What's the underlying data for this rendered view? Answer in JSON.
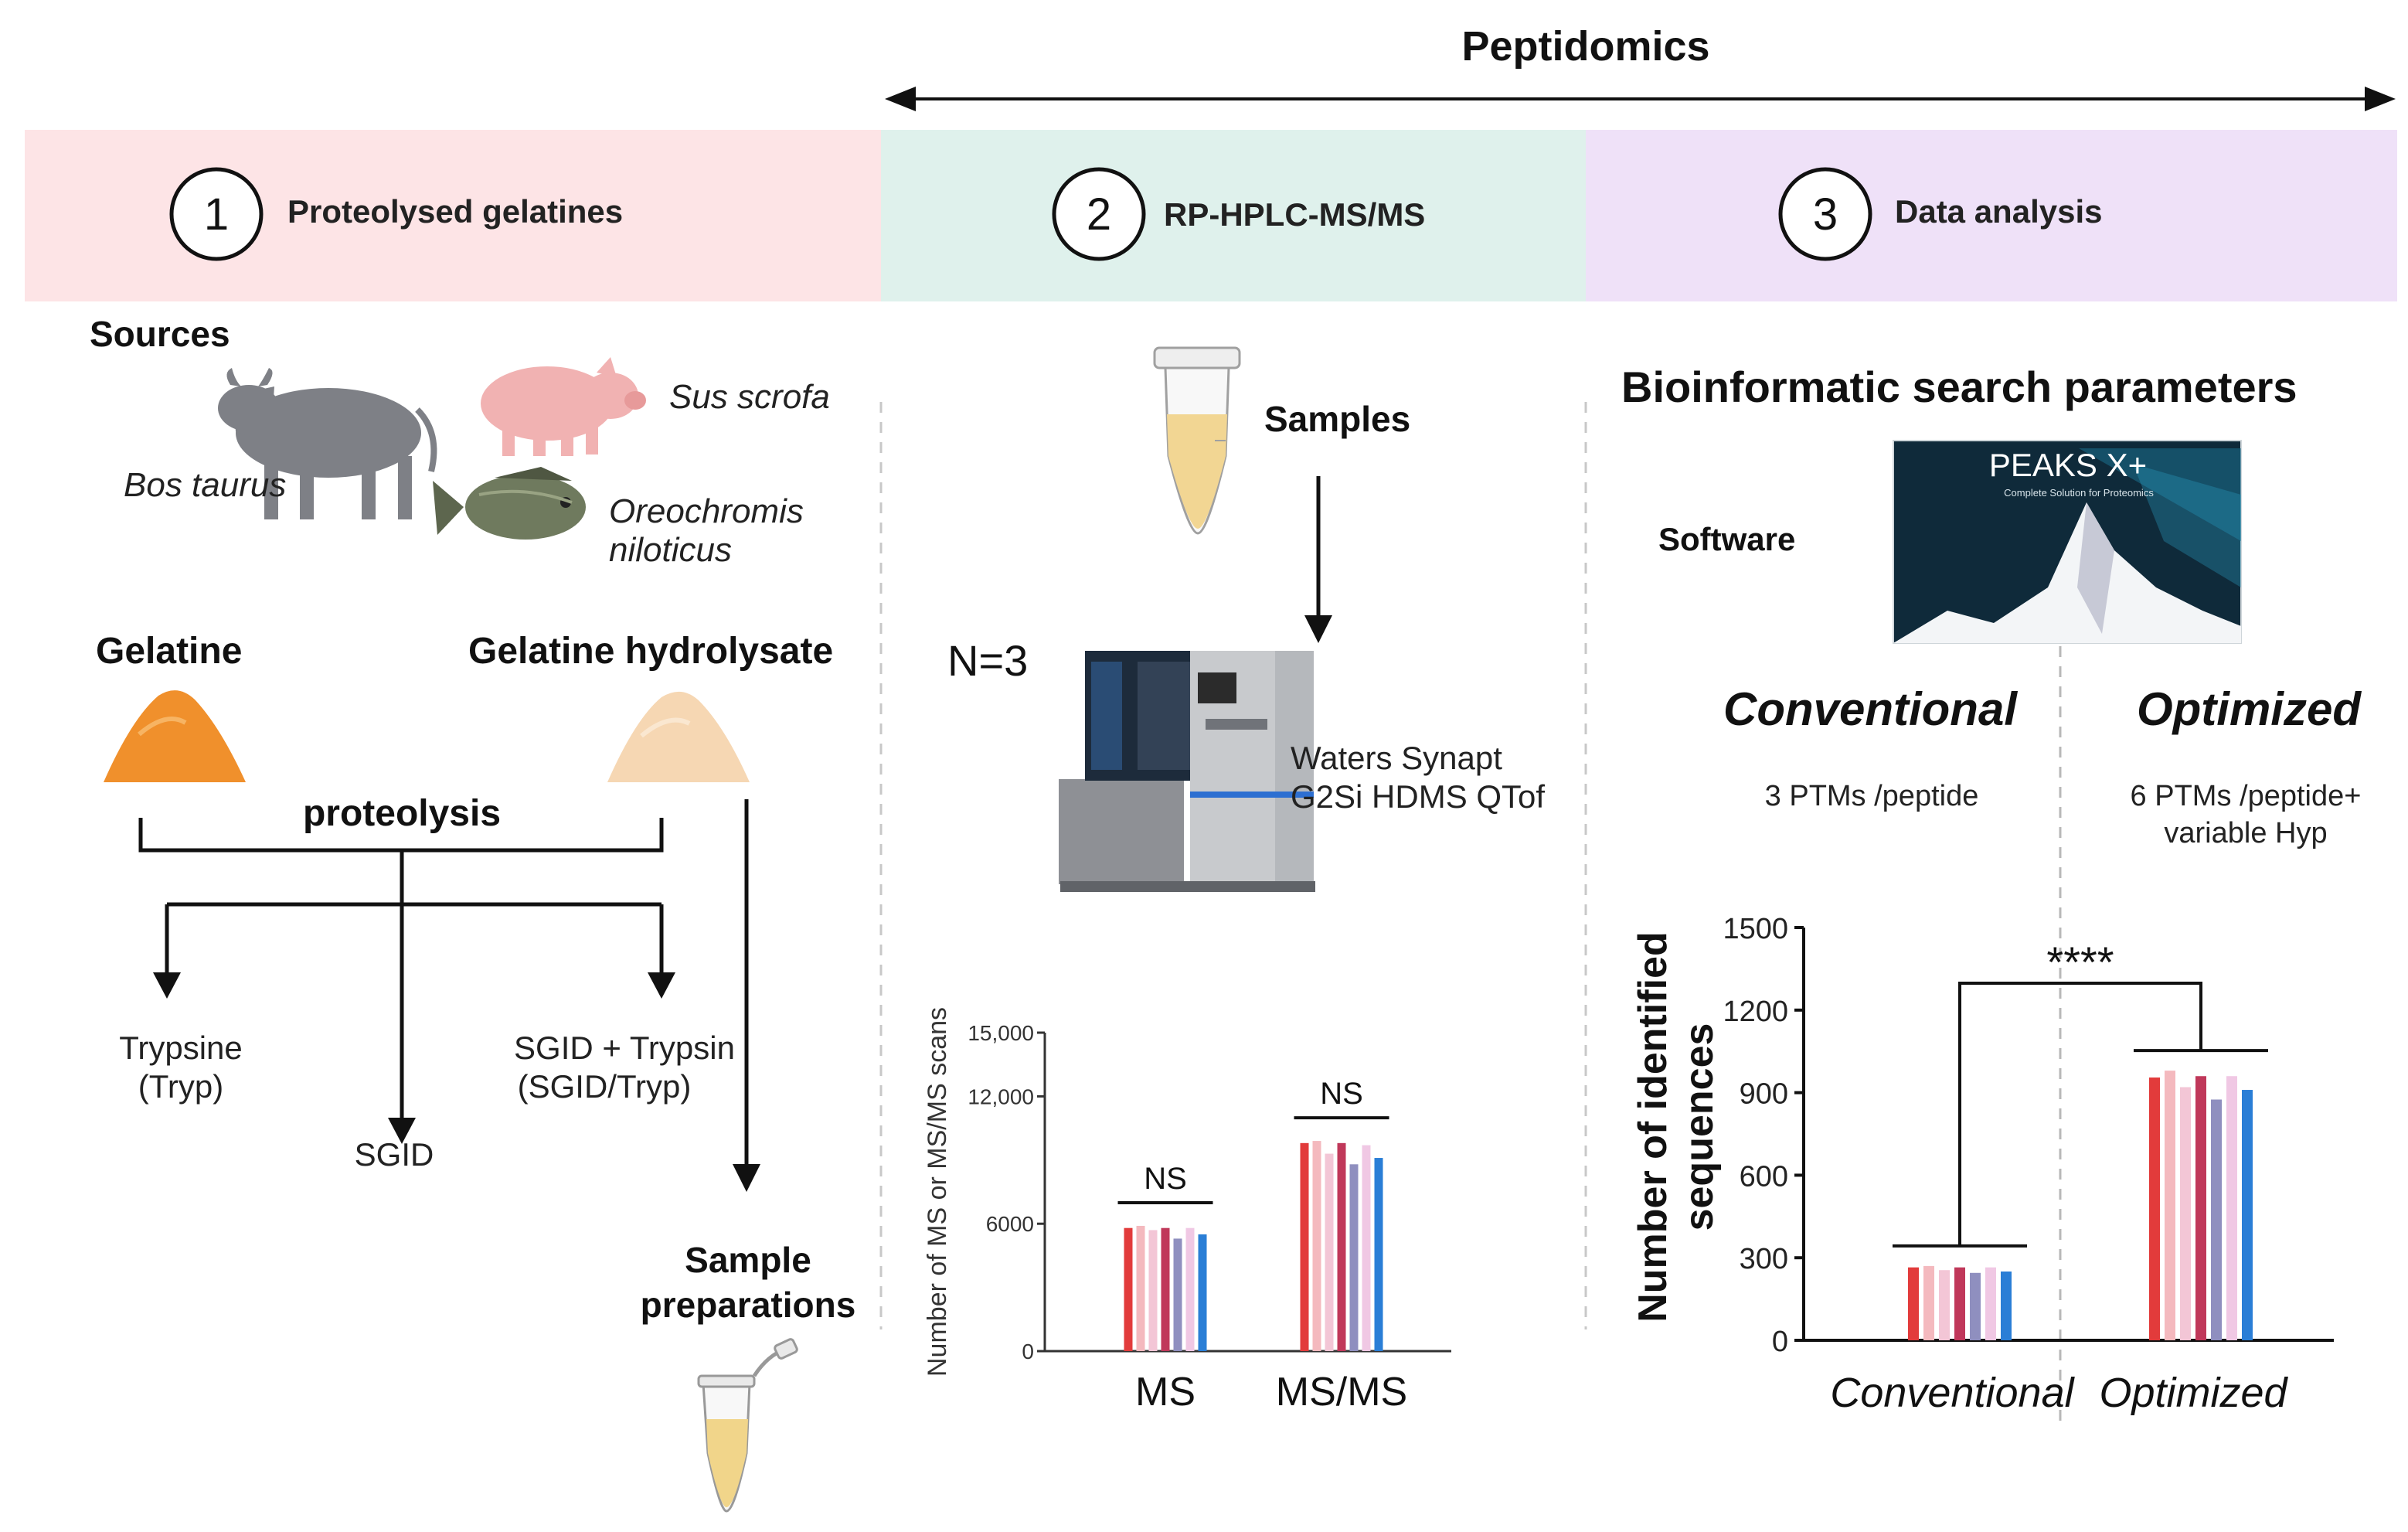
{
  "header": {
    "title": "Peptidomics"
  },
  "steps": [
    {
      "number": "1",
      "label": "Proteolysed gelatines",
      "color": "#fde4e6"
    },
    {
      "number": "2",
      "label": "RP-HPLC-MS/MS",
      "color": "#dff1ec"
    },
    {
      "number": "3",
      "label": "Data analysis",
      "color": "#efe1f8"
    }
  ],
  "panel1": {
    "sources_title": "Sources",
    "species": {
      "cow": "Bos taurus",
      "pig": "Sus scrofa",
      "fish_line1": "Oreochromis",
      "fish_line2": "niloticus"
    },
    "gelatine": "Gelatine",
    "hydrolysate": "Gelatine hydrolysate",
    "proteolysis": "proteolysis",
    "branches": {
      "tryp_line1": "Trypsine",
      "tryp_line2": "(Tryp)",
      "sgid": "SGID",
      "sgid_tryp_line1": "SGID + Trypsin",
      "sgid_tryp_line2": "(SGID/Tryp)"
    },
    "sample_prep_line1": "Sample",
    "sample_prep_line2": "preparations"
  },
  "panel2": {
    "samples": "Samples",
    "n_label": "N=3",
    "instrument_line1": "Waters Synapt",
    "instrument_line2": "G2Si HDMS QTof"
  },
  "panel3": {
    "title": "Bioinformatic search parameters",
    "software_label": "Software",
    "software_name": "PEAKS X+",
    "software_tagline": "Complete Solution for Proteomics",
    "conventional": "Conventional",
    "optimized": "Optimized",
    "conv_desc": "3 PTMs /peptide",
    "opt_desc_line1": "6 PTMs /peptide+",
    "opt_desc_line2": "variable Hyp"
  },
  "series_colors": [
    "#e23b3b",
    "#f4b9be",
    "#f3c6d6",
    "#c0385a",
    "#8f8fbf",
    "#f0c8e4",
    "#2a7ed6"
  ],
  "chart_data": [
    {
      "type": "bar",
      "ylabel": "Number of MS  or MS/MS scans",
      "ylim": [
        0,
        15000
      ],
      "yticks": [
        "0",
        "6000",
        "12,000",
        "15,000"
      ],
      "ytick_values": [
        0,
        6000,
        12000,
        15000
      ],
      "categories": [
        "MS",
        "MS/MS"
      ],
      "values": [
        [
          5800,
          5900,
          5700,
          5800,
          5300,
          5800,
          5500
        ],
        [
          9800,
          9900,
          9300,
          9800,
          8800,
          9700,
          9100
        ]
      ],
      "annotations": [
        {
          "category": "MS",
          "text": "NS"
        },
        {
          "category": "MS/MS",
          "text": "NS"
        }
      ]
    },
    {
      "type": "bar",
      "ylabel_line1": "Number of identified",
      "ylabel_line2": "sequences",
      "ylim": [
        0,
        1500
      ],
      "yticks": [
        "0",
        "300",
        "600",
        "900",
        "1200",
        "1500"
      ],
      "ytick_values": [
        0,
        300,
        600,
        900,
        1200,
        1500
      ],
      "categories": [
        "Conventional",
        "Optimized"
      ],
      "values": [
        [
          265,
          270,
          255,
          265,
          245,
          265,
          250
        ],
        [
          955,
          980,
          920,
          960,
          875,
          960,
          910
        ]
      ],
      "significance": "****"
    }
  ]
}
